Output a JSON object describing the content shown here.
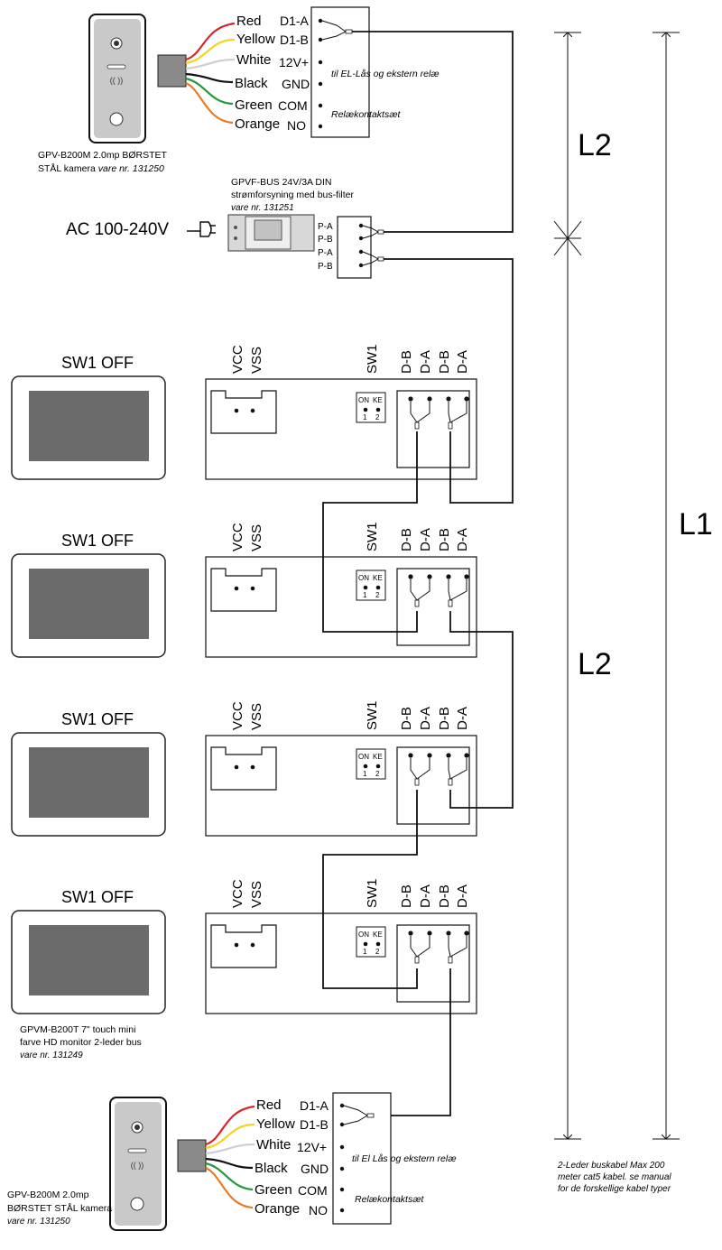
{
  "camera_top": {
    "title_line1": "GPV-B200M 2.0mp BØRSTET",
    "title_line2": "STÅL kamera",
    "vare": "vare nr. 131250",
    "wires": [
      {
        "label": "Red",
        "color": "#d9252a"
      },
      {
        "label": "Yellow",
        "color": "#f2d51c"
      },
      {
        "label": "White",
        "color": "#cfcfcf"
      },
      {
        "label": "Black",
        "color": "#111111"
      },
      {
        "label": "Green",
        "color": "#1f9a3a"
      },
      {
        "label": "Orange",
        "color": "#ea7a1f"
      }
    ],
    "terminals": [
      "D1-A",
      "D1-B",
      "12V+",
      "GND",
      "COM",
      "NO"
    ],
    "note1": "til EL-Lås og ekstern relæ",
    "note2": "Relækontaktsæt"
  },
  "camera_bottom": {
    "title_line1": "GPV-B200M 2.0mp",
    "title_line2": "BØRSTET STÅL kamera",
    "vare": "vare nr. 131250",
    "wires": [
      {
        "label": "Red",
        "color": "#d9252a"
      },
      {
        "label": "Yellow",
        "color": "#f2d51c"
      },
      {
        "label": "White",
        "color": "#cfcfcf"
      },
      {
        "label": "Black",
        "color": "#111111"
      },
      {
        "label": "Green",
        "color": "#1f9a3a"
      },
      {
        "label": "Orange",
        "color": "#ea7a1f"
      }
    ],
    "terminals": [
      "D1-A",
      "D1-B",
      "12V+",
      "GND",
      "COM",
      "NO"
    ],
    "note1": "til El Lås og ekstern relæ",
    "note2": "Relækontaktsæt"
  },
  "psu": {
    "title": "GPVF-BUS 24V/3A DIN",
    "subtitle": "strømforsyning med bus-filter",
    "vare": "vare nr. 131251",
    "ac": "AC 100-240V",
    "terminals": [
      "P-A",
      "P-B",
      "P-A",
      "P-B"
    ]
  },
  "monitors": [
    {
      "sw_label": "SW1 OFF"
    },
    {
      "sw_label": "SW1 OFF"
    },
    {
      "sw_label": "SW1 OFF"
    },
    {
      "sw_label": "SW1 OFF"
    }
  ],
  "monitor_board": {
    "vcc": "VCC",
    "vss": "VSS",
    "sw1": "SW1",
    "on": "ON",
    "ke": "KE",
    "one": "1",
    "two": "2",
    "terms": [
      "D-B",
      "D-A",
      "D-B",
      "D-A"
    ]
  },
  "monitor_caption": {
    "line1": "GPVM-B200T 7\" touch mini",
    "line2": "farve HD monitor 2-leder bus",
    "vare": "vare nr. 131249"
  },
  "dimensions": {
    "l2_top": "L2",
    "l2_mid": "L2",
    "l1": "L1"
  },
  "cable_note": {
    "line1": "2-Leder buskabel Max 200",
    "line2": "meter cat5 kabel. se manual",
    "line3": "for de forskellige kabel typer"
  }
}
